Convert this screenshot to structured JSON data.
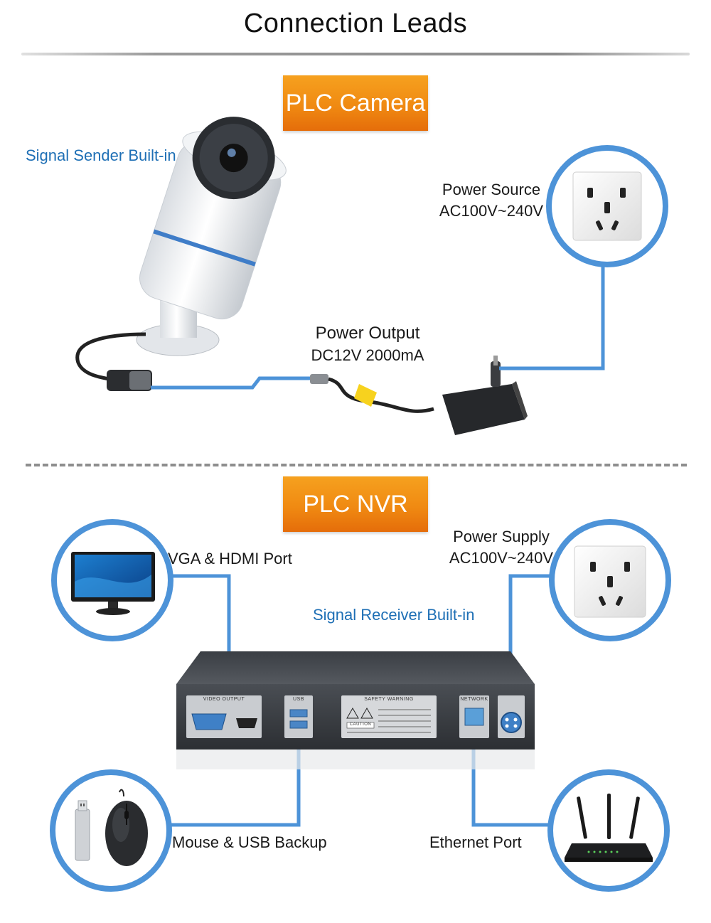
{
  "page": {
    "title": "Connection Leads"
  },
  "camera_section": {
    "badge": "PLC Camera",
    "signal_sender": "Signal Sender Built-in",
    "power_source_line1": "Power Source",
    "power_source_line2": "AC100V~240V",
    "power_output_line1": "Power Output",
    "power_output_line2": "DC12V 2000mA"
  },
  "nvr_section": {
    "badge": "PLC NVR",
    "vga_hdmi": "VGA & HDMI Port",
    "power_supply_line1": "Power Supply",
    "power_supply_line2": "AC100V~240V",
    "signal_receiver": "Signal Receiver Built-in",
    "mouse_usb": "Mouse & USB Backup",
    "ethernet": "Ethernet Port",
    "panel": {
      "video_output": "VIDEO OUTPUT",
      "usb": "USB",
      "safety_warning": "SAFETY WARNING",
      "caution": "CAUTION",
      "network": "NETWORK"
    }
  },
  "colors": {
    "wire": "#4d93d8",
    "badge": "#f08a12",
    "accent_text": "#1e6fb5"
  },
  "icons": {
    "camera": "bullet-camera-icon",
    "outlet": "power-outlet-icon",
    "adapter": "power-adapter-icon",
    "monitor": "monitor-icon",
    "mouse": "mouse-icon",
    "usb_drive": "usb-drive-icon",
    "router": "router-icon",
    "nvr": "nvr-box-icon"
  }
}
